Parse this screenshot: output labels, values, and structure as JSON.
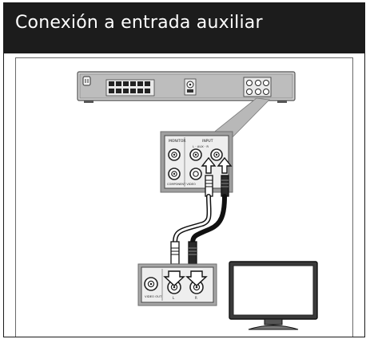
{
  "header": {
    "title": "Conexión a entrada auxiliar"
  },
  "panel": {
    "monitor_label": "MONITOR",
    "input_label": "INPUT",
    "aux_label": "L  ·  AUX  ·  R",
    "component_label": "COMPONENT VIDEO"
  },
  "tv": {
    "video_out_label": "VIDEO OUT",
    "left_label": "L",
    "right_label": "R"
  },
  "colors": {
    "header_bg": "#1c1c1c",
    "header_text": "#ffffff",
    "panel_fill": "#d9d9d9",
    "panel_border": "#8a8a8a",
    "cable": "#111111"
  }
}
